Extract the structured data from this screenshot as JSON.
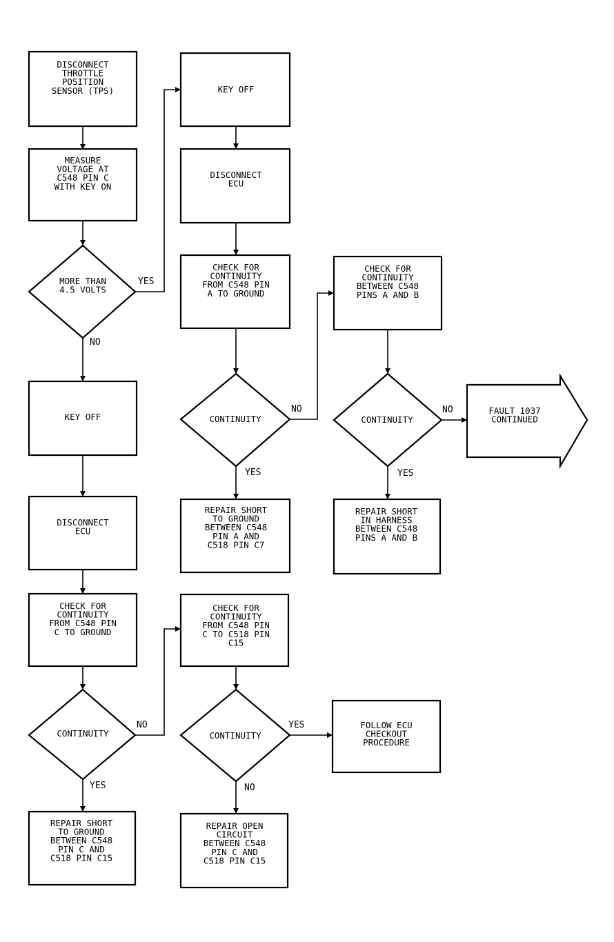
{
  "nodes": {
    "n1": [
      "DISCONNECT",
      "THROTTLE",
      "POSITION",
      "SENSOR (TPS)"
    ],
    "n2": [
      "MEASURE",
      "VOLTAGE AT",
      "C548 PIN C",
      "WITH KEY ON"
    ],
    "d1": [
      "MORE THAN",
      "4.5 VOLTS"
    ],
    "n3": [
      "KEY OFF"
    ],
    "n4": [
      "DISCONNECT",
      "ECU"
    ],
    "n5": [
      "CHECK FOR",
      "CONTINUITY",
      "FROM C548 PIN",
      "C TO GROUND"
    ],
    "d2": [
      "CONTINUITY"
    ],
    "n6": [
      "REPAIR SHORT",
      "TO GROUND",
      "BETWEEN C548",
      "PIN C AND",
      "C518 PIN C15"
    ],
    "m1": [
      "KEY OFF"
    ],
    "m2": [
      "DISCONNECT",
      "ECU"
    ],
    "m3": [
      "CHECK FOR",
      "CONTINUITY",
      "FROM C548 PIN",
      "A TO GROUND"
    ],
    "d3": [
      "CONTINUITY"
    ],
    "m4": [
      "REPAIR SHORT",
      "TO GROUND",
      "BETWEEN C548",
      "PIN A AND",
      "C518 PIN C7"
    ],
    "m5": [
      "CHECK FOR",
      "CONTINUITY",
      "FROM C548 PIN",
      "C TO C518 PIN",
      "C15"
    ],
    "d4": [
      "CONTINUITY"
    ],
    "m6": [
      "REPAIR OPEN",
      "CIRCUIT",
      "BETWEEN C548",
      "PIN C AND",
      "C518 PIN C15"
    ],
    "r1": [
      "CHECK FOR",
      "CONTINUITY",
      "BETWEEN C548",
      "PINS A AND B"
    ],
    "d5": [
      "CONTINUITY"
    ],
    "r2": [
      "REPAIR SHORT",
      "IN HARNESS",
      "BETWEEN C548",
      "PINS A AND B"
    ],
    "r3": [
      "FOLLOW ECU",
      "CHECKOUT",
      "PROCEDURE"
    ],
    "f1": [
      "FAULT 1037",
      "CONTINUED"
    ]
  },
  "labels": {
    "d1_yes": "YES",
    "d1_no": "NO",
    "d2_no": "NO",
    "d2_yes": "YES",
    "d3_no": "NO",
    "d3_yes": "YES",
    "d4_yes": "YES",
    "d4_no": "NO",
    "d5_no": "NO",
    "d5_yes": "YES"
  }
}
